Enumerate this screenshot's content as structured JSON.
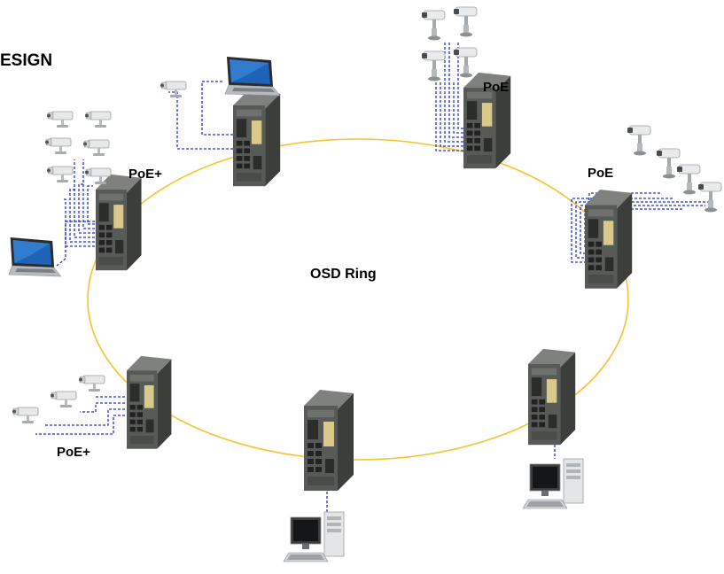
{
  "title": "ESIGN",
  "ring_label": "OSD Ring",
  "labels": {
    "switch_top_right": "PoE",
    "switch_right": "PoE",
    "switch_left_upper": "PoE+",
    "switch_left_lower": "PoE+"
  },
  "colors": {
    "ring": "#f5c330",
    "cable": "#2432c8",
    "switch_body": "#585a58",
    "switch_ports": "#2b2d2b",
    "label_sticker": "#d9c98a"
  },
  "icons": {
    "switch": "industrial-ethernet-switch-icon",
    "camera": "ip-camera-icon",
    "laptop": "laptop-icon",
    "desktop": "desktop-pc-icon"
  }
}
